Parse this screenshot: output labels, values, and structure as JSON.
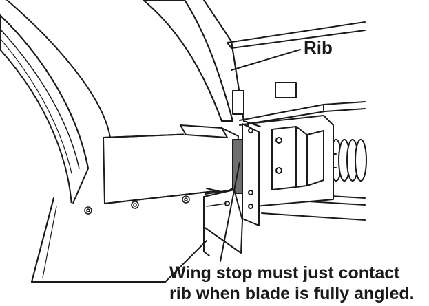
{
  "callouts": {
    "rib": "Rib",
    "wing_stop_line1": "Wing stop must just contact",
    "wing_stop_line2": "rib when blade is fully angled."
  },
  "colors": {
    "line": "#1a1a1a",
    "fill": "#ffffff",
    "shade": "#6e6e6e",
    "text": "#1a1a1a"
  }
}
